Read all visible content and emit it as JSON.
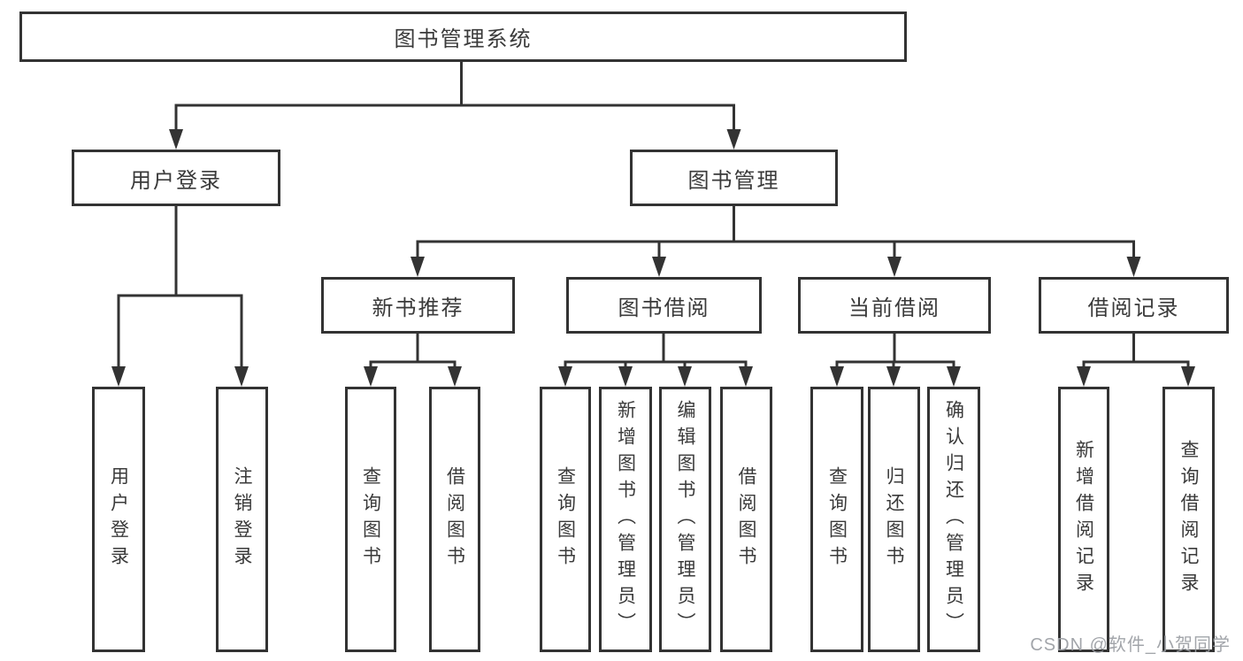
{
  "nodes": {
    "root": "图书管理系统",
    "level1": [
      "用户登录",
      "图书管理"
    ],
    "level2": [
      "新书推荐",
      "图书借阅",
      "当前借阅",
      "借阅记录"
    ],
    "leaves": {
      "user_login": [
        "用户登录",
        "注销登录"
      ],
      "new_book": [
        "查询图书",
        "借阅图书"
      ],
      "borrow": [
        "查询图书",
        "新增图书（管理员）",
        "编辑图书（管理员）",
        "借阅图书"
      ],
      "current": [
        "查询图书",
        "归还图书",
        "确认归还（管理员）"
      ],
      "records": [
        "新增借阅记录",
        "查询借阅记录"
      ]
    }
  },
  "watermark": {
    "text": "CSDN @软件_小贺同学"
  },
  "colors": {
    "line": "#333333",
    "text": "#3a3a3a",
    "background": "#ffffff",
    "watermark": "#9a9da3"
  }
}
